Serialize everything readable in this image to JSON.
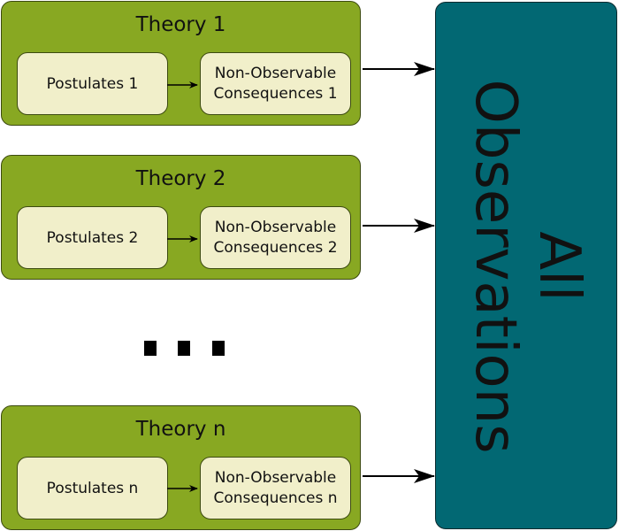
{
  "theories": [
    {
      "title": "Theory 1",
      "postulates": "Postulates 1",
      "consequences_line1": "Non-Observable",
      "consequences_line2": "Consequences 1"
    },
    {
      "title": "Theory 2",
      "postulates": "Postulates 2",
      "consequences_line1": "Non-Observable",
      "consequences_line2": "Consequences 2"
    },
    {
      "title": "Theory n",
      "postulates": "Postulates n",
      "consequences_line1": "Non-Observable",
      "consequences_line2": "Consequences n"
    }
  ],
  "ellipsis": "...",
  "observations": {
    "line1": "All",
    "line2": "Observations"
  },
  "colors": {
    "theory_fill": "#88a822",
    "inner_fill": "#f1efca",
    "observations_fill": "#026873",
    "arrow": "#000000"
  }
}
